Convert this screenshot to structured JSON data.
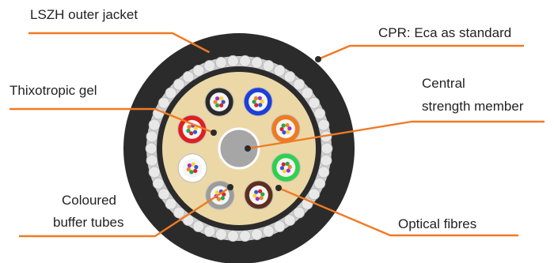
{
  "colors": {
    "leader": "#F07A24",
    "jacket": "#2B2B2B",
    "armour_band": "#CFCFCF",
    "armour_wire": "#E8E8E8",
    "gel": "#EBD8A6",
    "central_member": "#A6A6A6",
    "text": "#222222"
  },
  "labels": {
    "outer_jacket": "LSZH outer jacket",
    "cpr": "CPR: Eca as standard",
    "gel": "Thixotropic gel",
    "central_line1": "Central",
    "central_line2": "strength member",
    "buffer_line1": "Coloured",
    "buffer_line2": "buffer tubes",
    "fibres": "Optical fibres"
  },
  "buffer_tubes": [
    {
      "color": "black-tube",
      "ring": "#2A2A2A"
    },
    {
      "color": "blue-tube",
      "ring": "#1D3FD6"
    },
    {
      "color": "orange-tube",
      "ring": "#F07A1E"
    },
    {
      "color": "green-tube",
      "ring": "#2ED14C"
    },
    {
      "color": "brown-tube",
      "ring": "#5E2E1E"
    },
    {
      "color": "grey-tube",
      "ring": "#9C9C9C"
    },
    {
      "color": "white-tube",
      "ring": "#FFFFFF"
    },
    {
      "color": "red-tube",
      "ring": "#E01F1F"
    }
  ]
}
